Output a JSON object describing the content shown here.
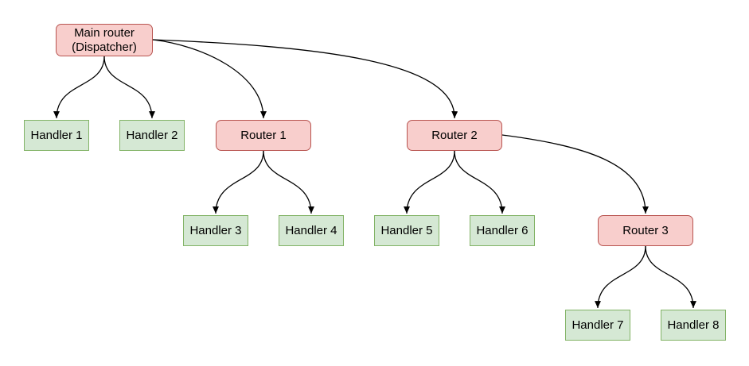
{
  "diagram": {
    "type": "tree-flowchart",
    "nodes": {
      "main_router": {
        "label_line1": "Main router",
        "label_line2": "(Dispatcher)",
        "type": "router"
      },
      "handler_1": {
        "label": "Handler 1",
        "type": "handler"
      },
      "handler_2": {
        "label": "Handler 2",
        "type": "handler"
      },
      "router_1": {
        "label": "Router 1",
        "type": "router"
      },
      "router_2": {
        "label": "Router 2",
        "type": "router"
      },
      "handler_3": {
        "label": "Handler 3",
        "type": "handler"
      },
      "handler_4": {
        "label": "Handler 4",
        "type": "handler"
      },
      "handler_5": {
        "label": "Handler 5",
        "type": "handler"
      },
      "handler_6": {
        "label": "Handler 6",
        "type": "handler"
      },
      "router_3": {
        "label": "Router 3",
        "type": "router"
      },
      "handler_7": {
        "label": "Handler 7",
        "type": "handler"
      },
      "handler_8": {
        "label": "Handler 8",
        "type": "handler"
      }
    },
    "edges": [
      {
        "from": "Main router (Dispatcher)",
        "to": "Handler 1"
      },
      {
        "from": "Main router (Dispatcher)",
        "to": "Handler 2"
      },
      {
        "from": "Main router (Dispatcher)",
        "to": "Router 1"
      },
      {
        "from": "Main router (Dispatcher)",
        "to": "Router 2"
      },
      {
        "from": "Router 1",
        "to": "Handler 3"
      },
      {
        "from": "Router 1",
        "to": "Handler 4"
      },
      {
        "from": "Router 2",
        "to": "Handler 5"
      },
      {
        "from": "Router 2",
        "to": "Handler 6"
      },
      {
        "from": "Router 2",
        "to": "Router 3"
      },
      {
        "from": "Router 3",
        "to": "Handler 7"
      },
      {
        "from": "Router 3",
        "to": "Handler 8"
      }
    ],
    "colors": {
      "router_fill": "#f8cecc",
      "router_stroke": "#b85450",
      "handler_fill": "#d5e8d4",
      "handler_stroke": "#82b366",
      "edge_stroke": "#000000",
      "canvas_background": "#ffffff"
    }
  }
}
